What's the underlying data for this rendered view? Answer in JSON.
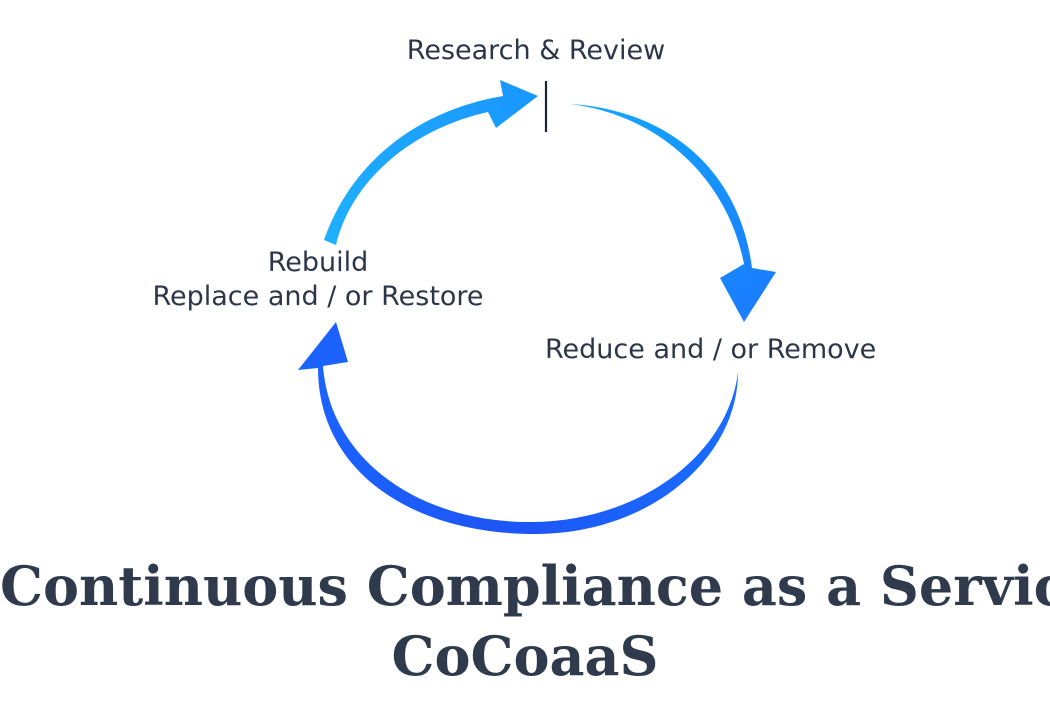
{
  "diagram": {
    "stages": {
      "top": "Research & Review",
      "right": "Reduce and / or Remove",
      "left_line1": "Rebuild",
      "left_line2": "Replace and / or Restore"
    },
    "title": "Continuous Compliance as a Service",
    "acronym": "CoCoaaS",
    "colors": {
      "arrow_light": "#16a5ff",
      "arrow_dark": "#1c55f5",
      "text": "#2d3648",
      "marker": "#1e2533"
    }
  }
}
